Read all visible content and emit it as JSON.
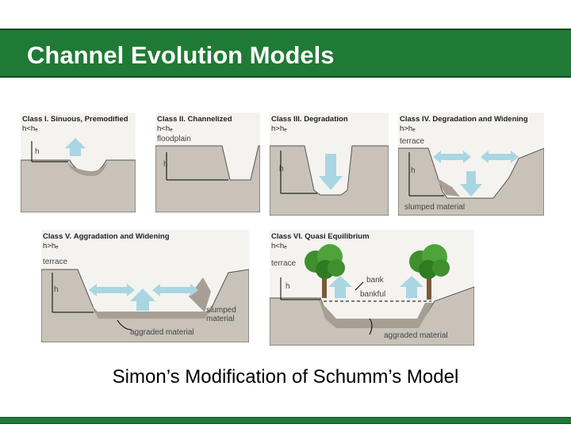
{
  "slide": {
    "title": "Channel Evolution Models",
    "caption": "Simon’s Modification of Schumm’s Model"
  },
  "panels": [
    {
      "class_label": "Class I.",
      "name": "Sinuous, Premodified",
      "condition": "h<hₑ",
      "texts": [
        "h"
      ]
    },
    {
      "class_label": "Class II.",
      "name": "Channelized",
      "condition": "h<hₑ",
      "texts": [
        "floodplain",
        "h"
      ]
    },
    {
      "class_label": "Class III.",
      "name": "Degradation",
      "condition": "h>hₑ",
      "texts": [
        "h"
      ]
    },
    {
      "class_label": "Class IV.",
      "name": "Degradation and Widening",
      "condition": "h>hₑ",
      "texts": [
        "terrace",
        "h",
        "slumped material"
      ]
    },
    {
      "class_label": "Class V.",
      "name": "Aggradation and Widening",
      "condition": "h>hₑ",
      "texts": [
        "terrace",
        "h",
        "slumped material",
        "aggraded material"
      ]
    },
    {
      "class_label": "Class VI.",
      "name": "Quasi Equilibrium",
      "condition": "h<hₑ",
      "texts": [
        "terrace",
        "h",
        "bank",
        "bankful",
        "aggraded material"
      ]
    }
  ],
  "colors": {
    "header_green": "#1f7a35",
    "ground": "#c9c2b8",
    "sediment": "#a89f94",
    "arrow": "#a9d6e2",
    "tree": "#3f8f2e"
  }
}
